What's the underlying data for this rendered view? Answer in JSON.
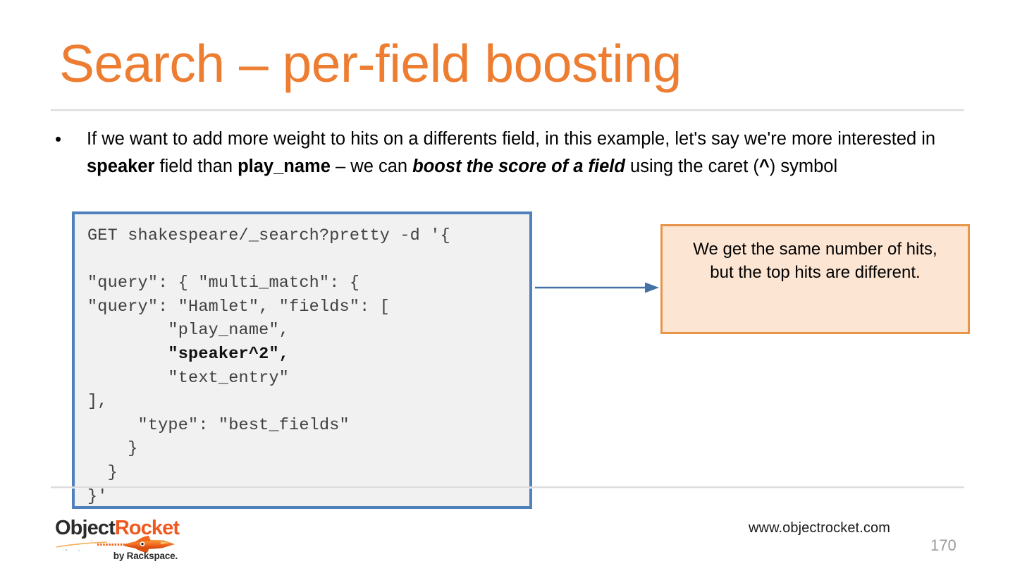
{
  "slide": {
    "title": "Search – per-field boosting",
    "title_color": "#ED7D31",
    "page_number": "170",
    "footer_url": "www.objectrocket.com"
  },
  "bullet": {
    "marker": "•",
    "segments": [
      {
        "text": "If we want to add more weight to hits on a differents field, in this example, let's say we're more interested in ",
        "style": "normal"
      },
      {
        "text": "speaker",
        "style": "bold"
      },
      {
        "text": " field than ",
        "style": "normal"
      },
      {
        "text": "play_name",
        "style": "bold"
      },
      {
        "text": " – we can ",
        "style": "normal"
      },
      {
        "text": "boost the score of a field",
        "style": "bold-italic"
      },
      {
        "text": " using the caret (",
        "style": "normal"
      },
      {
        "text": "^",
        "style": "bold"
      },
      {
        "text": ") symbol",
        "style": "normal"
      }
    ],
    "plain_text": "If we want to add more weight to hits on a differents field, in this example, let's say we're more interested in speaker field than play_name – we can boost the score of a field using the caret (^) symbol"
  },
  "code_box": {
    "border_color": "#4F81BD",
    "background_color": "#F1F1F1",
    "highlight_line": "\"speaker^2\",",
    "lines": [
      "GET shakespeare/_search?pretty -d '{",
      "",
      "\"query\": { \"multi_match\": {",
      "\"query\": \"Hamlet\", \"fields\": [",
      "        \"play_name\",",
      "        \"speaker^2\",",
      "        \"text_entry\"",
      "],",
      "     \"type\": \"best_fields\"",
      "    }",
      "  }",
      "}'"
    ],
    "full_text": "GET shakespeare/_search?pretty -d '{\n\n\"query\": { \"multi_match\": {\n\"query\": \"Hamlet\", \"fields\": [\n        \"play_name\",\n        \"speaker^2\",\n        \"text_entry\"\n],\n     \"type\": \"best_fields\"\n    }\n  }\n}'"
  },
  "callout": {
    "text": "We get the same number of hits, but the top hits are different.",
    "border_color": "#E8954A",
    "background_color": "#FCE5D3"
  },
  "arrow": {
    "color": "#4472A8",
    "direction": "right"
  },
  "logo": {
    "name_part_1": "Object",
    "name_part_2": "Rocket",
    "tagline": "by Rackspace.",
    "color_part_1": "#2B2B2B",
    "color_part_2": "#F1581F"
  }
}
